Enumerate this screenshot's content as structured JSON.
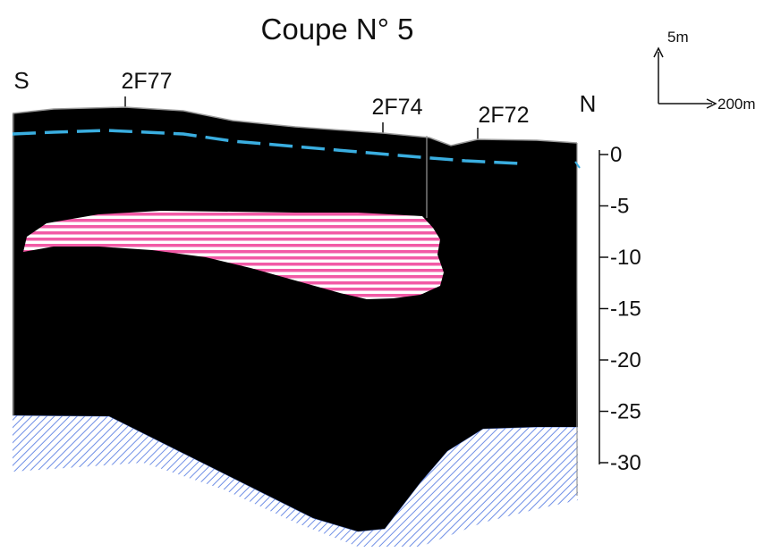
{
  "title": "Coupe N° 5",
  "orientation": {
    "left": "S",
    "right": "N"
  },
  "wells": [
    {
      "id": "well-2f77",
      "label": "2F77"
    },
    {
      "id": "well-2f74",
      "label": "2F74"
    },
    {
      "id": "well-2f72",
      "label": "2F72"
    }
  ],
  "scale_bar": {
    "vertical": "5m",
    "horizontal": "200m"
  },
  "depth_axis": {
    "ticks": [
      "0",
      "-5",
      "-10",
      "-15",
      "-20",
      "-25",
      "-30"
    ],
    "range": [
      0,
      -30
    ]
  },
  "colors": {
    "fill": "#000000",
    "lens": "#f25aa6",
    "water_table": "#3aaee0",
    "substratum": "#6f8fe6"
  }
}
